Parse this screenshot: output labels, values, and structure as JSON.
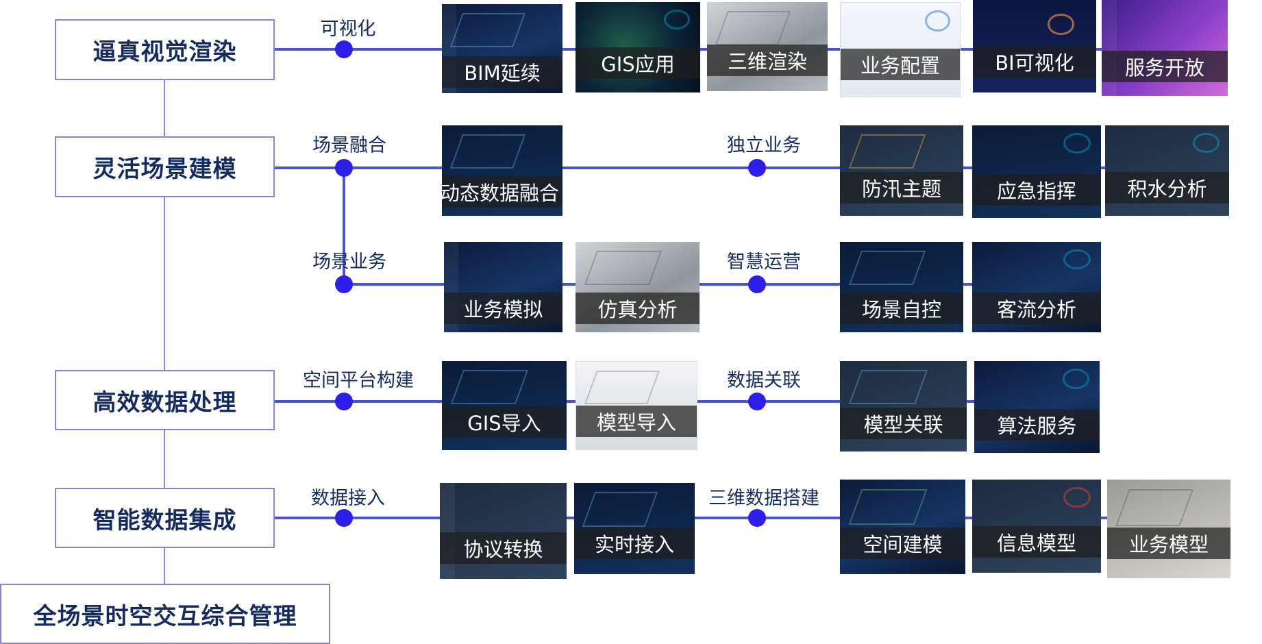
{
  "nodes": {
    "n1": "逼真视觉渲染",
    "n2": "灵活场景建模",
    "n3": "高效数据处理",
    "n4": "智能数据集成",
    "n5": "全场景时空交互综合管理"
  },
  "edge_labels": {
    "visualization": "可视化",
    "scene_fusion": "场景融合",
    "independent_business": "独立业务",
    "scene_business": "场景业务",
    "smart_operation": "智慧运营",
    "spatial_platform": "空间平台构建",
    "data_association": "数据关联",
    "data_access": "数据接入",
    "threed_data_build": "三维数据搭建"
  },
  "thumbnails": {
    "bim": "BIM延续",
    "gis_app": "GIS应用",
    "render3d": "三维渲染",
    "biz_config": "业务配置",
    "bi_vis": "BI可视化",
    "service_open": "服务开放",
    "dyn_fusion": "动态数据融合",
    "flood_theme": "防汛主题",
    "emergency": "应急指挥",
    "waterlog": "积水分析",
    "biz_sim": "业务模拟",
    "sim_analysis": "仿真分析",
    "scene_ctrl": "场景自控",
    "passenger": "客流分析",
    "gis_import": "GIS导入",
    "model_import": "模型导入",
    "model_link": "模型关联",
    "algo_service": "算法服务",
    "protocol": "协议转换",
    "realtime": "实时接入",
    "spatial_model": "空间建模",
    "info_model": "信息模型",
    "biz_model": "业务模型"
  },
  "colors": {
    "node_border": "#8f7fd6",
    "node_text": "#152b5e",
    "connector": "#4a55c8",
    "dot": "#2d1fe8"
  }
}
